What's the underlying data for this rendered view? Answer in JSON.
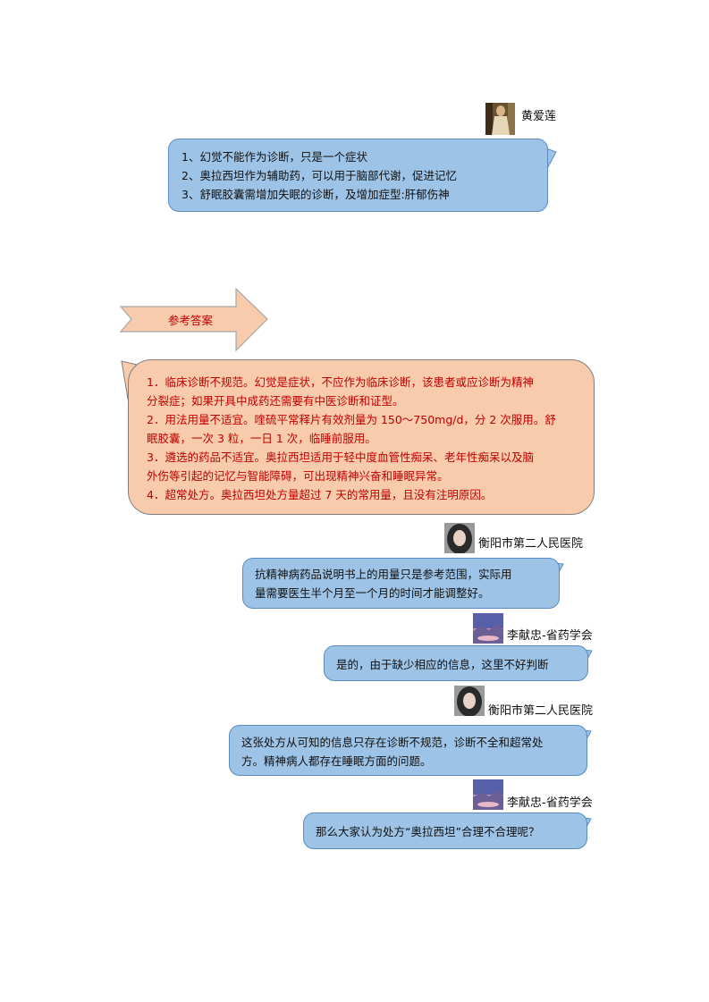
{
  "top_message": {
    "sender": "黄爱莲",
    "lines": [
      "1、幻觉不能作为诊断，只是一个症状",
      "2、奥拉西坦作为辅助药，可以用于脑部代谢，促进记忆",
      "3、舒眠胶囊需增加失眠的诊断，及增加症型:肝郁伤神"
    ]
  },
  "reference": {
    "label": "参考答案",
    "lines": [
      "1．临床诊断不规范。幻觉是症状，不应作为临床诊断，该患者或应诊断为精神",
      "分裂症；如果开具中成药还需要有中医诊断和证型。",
      "2．用法用量不适宜。喹硫平常释片有效剂量为  150～750mg/d，分 2 次服用。舒",
      "眠胶囊，一次 3 粒，一日 1 次，临睡前服用。",
      "3．遴选的药品不适宜。奥拉西坦适用于轻中度血管性痴呆、老年性痴呆以及脑",
      "外伤等引起的记忆与智能障碍，可出现精神兴奋和睡眠异常。",
      "4．超常处方。奥拉西坦处方量超过  7 天的常用量，且没有注明原因。"
    ]
  },
  "messages": [
    {
      "sender": "衡阳市第二人民医院",
      "lines": [
        "抗精神病药品说明书上的用量只是参考范围，实际用",
        "量需要医生半个月至一个月的时间才能调整好。"
      ]
    },
    {
      "sender": "李献忠-省药学会",
      "lines": [
        "是的，由于缺少相应的信息，这里不好判断"
      ]
    },
    {
      "sender": "衡阳市第二人民医院",
      "lines": [
        "这张处方从可知的信息只存在诊断不规范，诊断不全和超常处",
        "方。精神病人都存在睡眠方面的问题。"
      ]
    },
    {
      "sender": "李献忠-省药学会",
      "lines": [
        "那么大家认为处方“奥拉西坦”合理不合理呢？"
      ]
    }
  ]
}
